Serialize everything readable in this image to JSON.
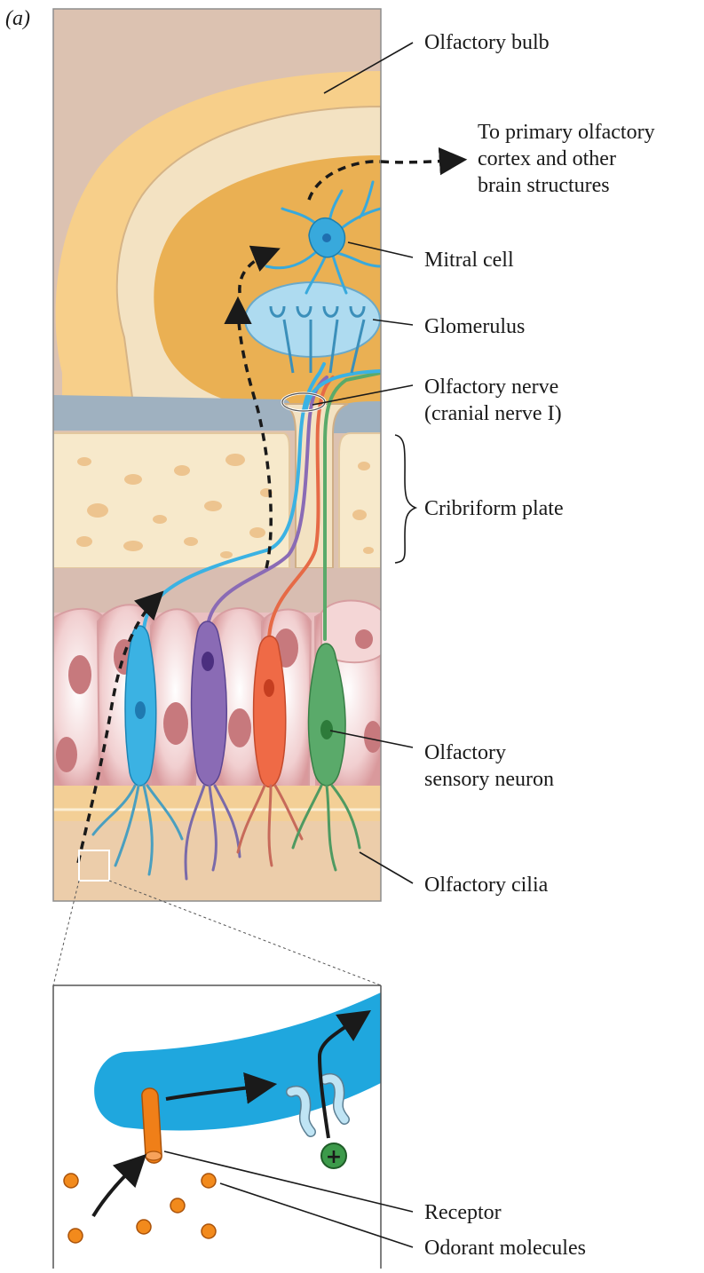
{
  "figure": {
    "panel_label": "(a)",
    "colors": {
      "bulb": "#f6c77d",
      "bulb_inner": "#e9a94a",
      "glomerulus": "#a9d8ef",
      "mitral_cell": "#38a9dc",
      "bone": "#f7e7c6",
      "bone_spots": "#edc48f",
      "epithelium_cells": "#efc2c3",
      "neuron_blue": "#3bb2e3",
      "neuron_purple": "#8a6bb5",
      "neuron_red": "#ef6a46",
      "neuron_green": "#5aaa6a",
      "inset_membrane": "#1fa7de",
      "receptor": "#f07f18",
      "odorant": "#f28a1c",
      "ion": "#3c9a4a"
    },
    "labels": {
      "olfactory_bulb": "Olfactory bulb",
      "to_cortex": [
        "To primary olfactory",
        "cortex and other",
        "brain structures"
      ],
      "mitral_cell": "Mitral cell",
      "glomerulus": "Glomerulus",
      "olfactory_nerve": [
        "Olfactory nerve",
        "(cranial nerve I)"
      ],
      "cribriform_plate": "Cribriform plate",
      "sensory_neuron": [
        "Olfactory",
        "sensory neuron"
      ],
      "olfactory_cilia": "Olfactory cilia",
      "receptor": "Receptor",
      "odorant_molecules": "Odorant molecules",
      "ion_symbol": "+"
    }
  }
}
